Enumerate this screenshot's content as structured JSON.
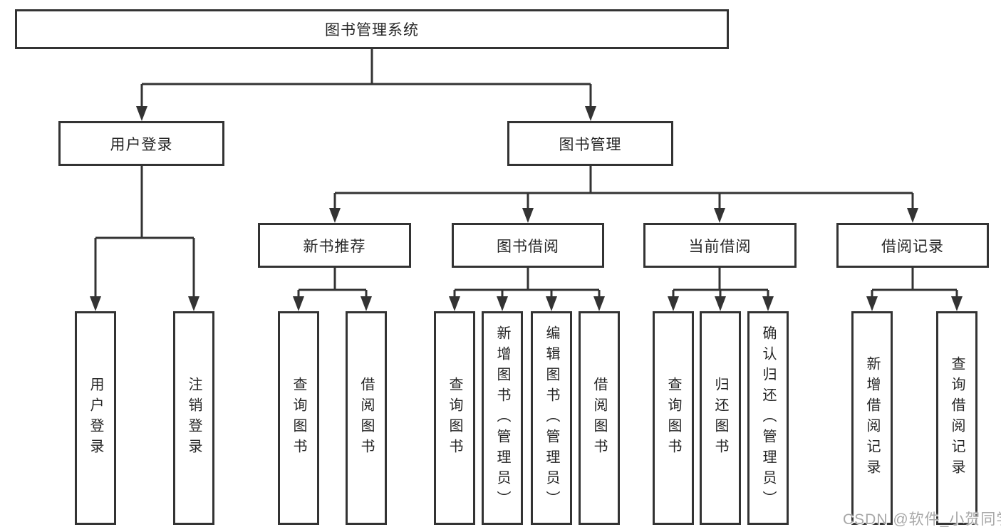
{
  "diagram_title": "图书管理系统",
  "nodes": {
    "root": "图书管理系统",
    "user_login": "用户登录",
    "book_management": "图书管理",
    "new_book_recommend": "新书推荐",
    "book_borrow": "图书借阅",
    "current_borrow": "当前借阅",
    "borrow_records": "借阅记录"
  },
  "leaves": {
    "login_user_login": "用户登录",
    "login_logout": "注销登录",
    "recommend_query_books": "查询图书",
    "recommend_borrow_books": "借阅图书",
    "borrow_query_books": "查询图书",
    "borrow_add_books_admin": "新增图书（管理员）",
    "borrow_edit_books_admin": "编辑图书（管理员）",
    "borrow_borrow_books": "借阅图书",
    "current_query_books": "查询图书",
    "current_return_books": "归还图书",
    "current_confirm_return_admin": "确认归还（管理员）",
    "records_add_record": "新增借阅记录",
    "records_query_record": "查询借阅记录"
  },
  "hierarchy": {
    "label": "图书管理系统",
    "children": [
      {
        "label": "用户登录",
        "children": [
          {
            "label": "用户登录"
          },
          {
            "label": "注销登录"
          }
        ]
      },
      {
        "label": "图书管理",
        "children": [
          {
            "label": "新书推荐",
            "children": [
              {
                "label": "查询图书"
              },
              {
                "label": "借阅图书"
              }
            ]
          },
          {
            "label": "图书借阅",
            "children": [
              {
                "label": "查询图书"
              },
              {
                "label": "新增图书（管理员）"
              },
              {
                "label": "编辑图书（管理员）"
              },
              {
                "label": "借阅图书"
              }
            ]
          },
          {
            "label": "当前借阅",
            "children": [
              {
                "label": "查询图书"
              },
              {
                "label": "归还图书"
              },
              {
                "label": "确认归还（管理员）"
              }
            ]
          },
          {
            "label": "借阅记录",
            "children": [
              {
                "label": "新增借阅记录"
              },
              {
                "label": "查询借阅记录"
              }
            ]
          }
        ]
      }
    ]
  },
  "watermark": "CSDN @软件_小贺同学",
  "colors": {
    "line": "#333333",
    "box_border": "#333333",
    "box_background": "#ffffff",
    "text": "#262626",
    "watermark": "#a8a8a8"
  }
}
